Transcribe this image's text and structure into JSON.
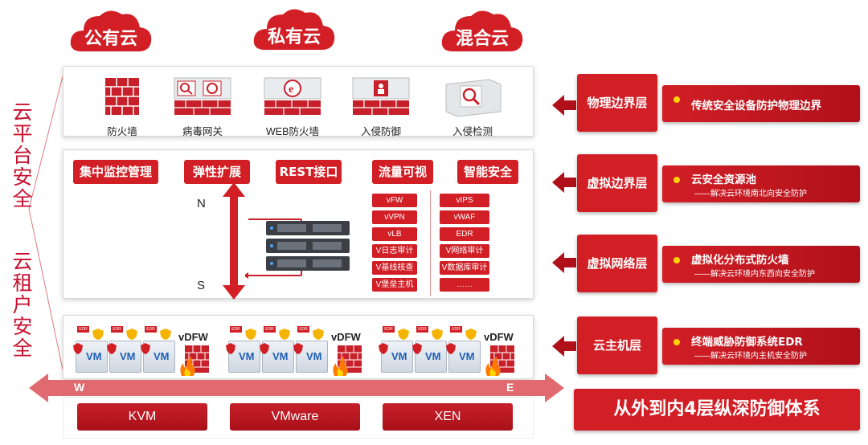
{
  "clouds": [
    "公有云",
    "私有云",
    "混合云"
  ],
  "side_labels": {
    "platform": "云平台安全",
    "tenant": "云租户安全"
  },
  "devices": [
    {
      "icon": "firewall-brick-icon",
      "label": "防火墙"
    },
    {
      "icon": "virus-gateway-icon",
      "label": "病毒网关"
    },
    {
      "icon": "web-firewall-icon",
      "label": "WEB防火墙"
    },
    {
      "icon": "intrusion-prevention-icon",
      "label": "入侵防御"
    },
    {
      "icon": "intrusion-detection-icon",
      "label": "入侵检测"
    }
  ],
  "features": [
    "集中监控管理",
    "弹性扩展",
    "REST接口",
    "流量可视",
    "智能安全"
  ],
  "axis": {
    "north": "N",
    "south": "S",
    "west": "W",
    "east": "E"
  },
  "vfunctions_left": [
    "vFW",
    "vVPN",
    "vLB",
    "V日志审计",
    "V基线核查",
    "V堡垒主机"
  ],
  "vfunctions_right": [
    "vIPS",
    "vWAF",
    "EDR",
    "V网络审计",
    "V数据库审计",
    "……"
  ],
  "vm": {
    "label": "VM",
    "badge": "EDR",
    "firewall": "vDFW"
  },
  "hypervisors": [
    "KVM",
    "VMware",
    "XEN"
  ],
  "layers": [
    {
      "name": "物理边界层",
      "title": "传统安全设备防护物理边界",
      "sub": ""
    },
    {
      "name": "虚拟边界层",
      "title": "云安全资源池",
      "sub": "——解决云环境南北向安全防护"
    },
    {
      "name": "虚拟网络层",
      "title": "虚拟化分布式防火墙",
      "sub": "——解决云环境内东西向安全防护"
    },
    {
      "name": "云主机层",
      "title": "终端威胁防御系统EDR",
      "sub": "——解决云环境内主机安全防护"
    }
  ],
  "summary": "从外到内4层纵深防御体系",
  "colors": {
    "accent": "#d21f26",
    "dark_red": "#a81019",
    "dot": "#ffd400"
  }
}
